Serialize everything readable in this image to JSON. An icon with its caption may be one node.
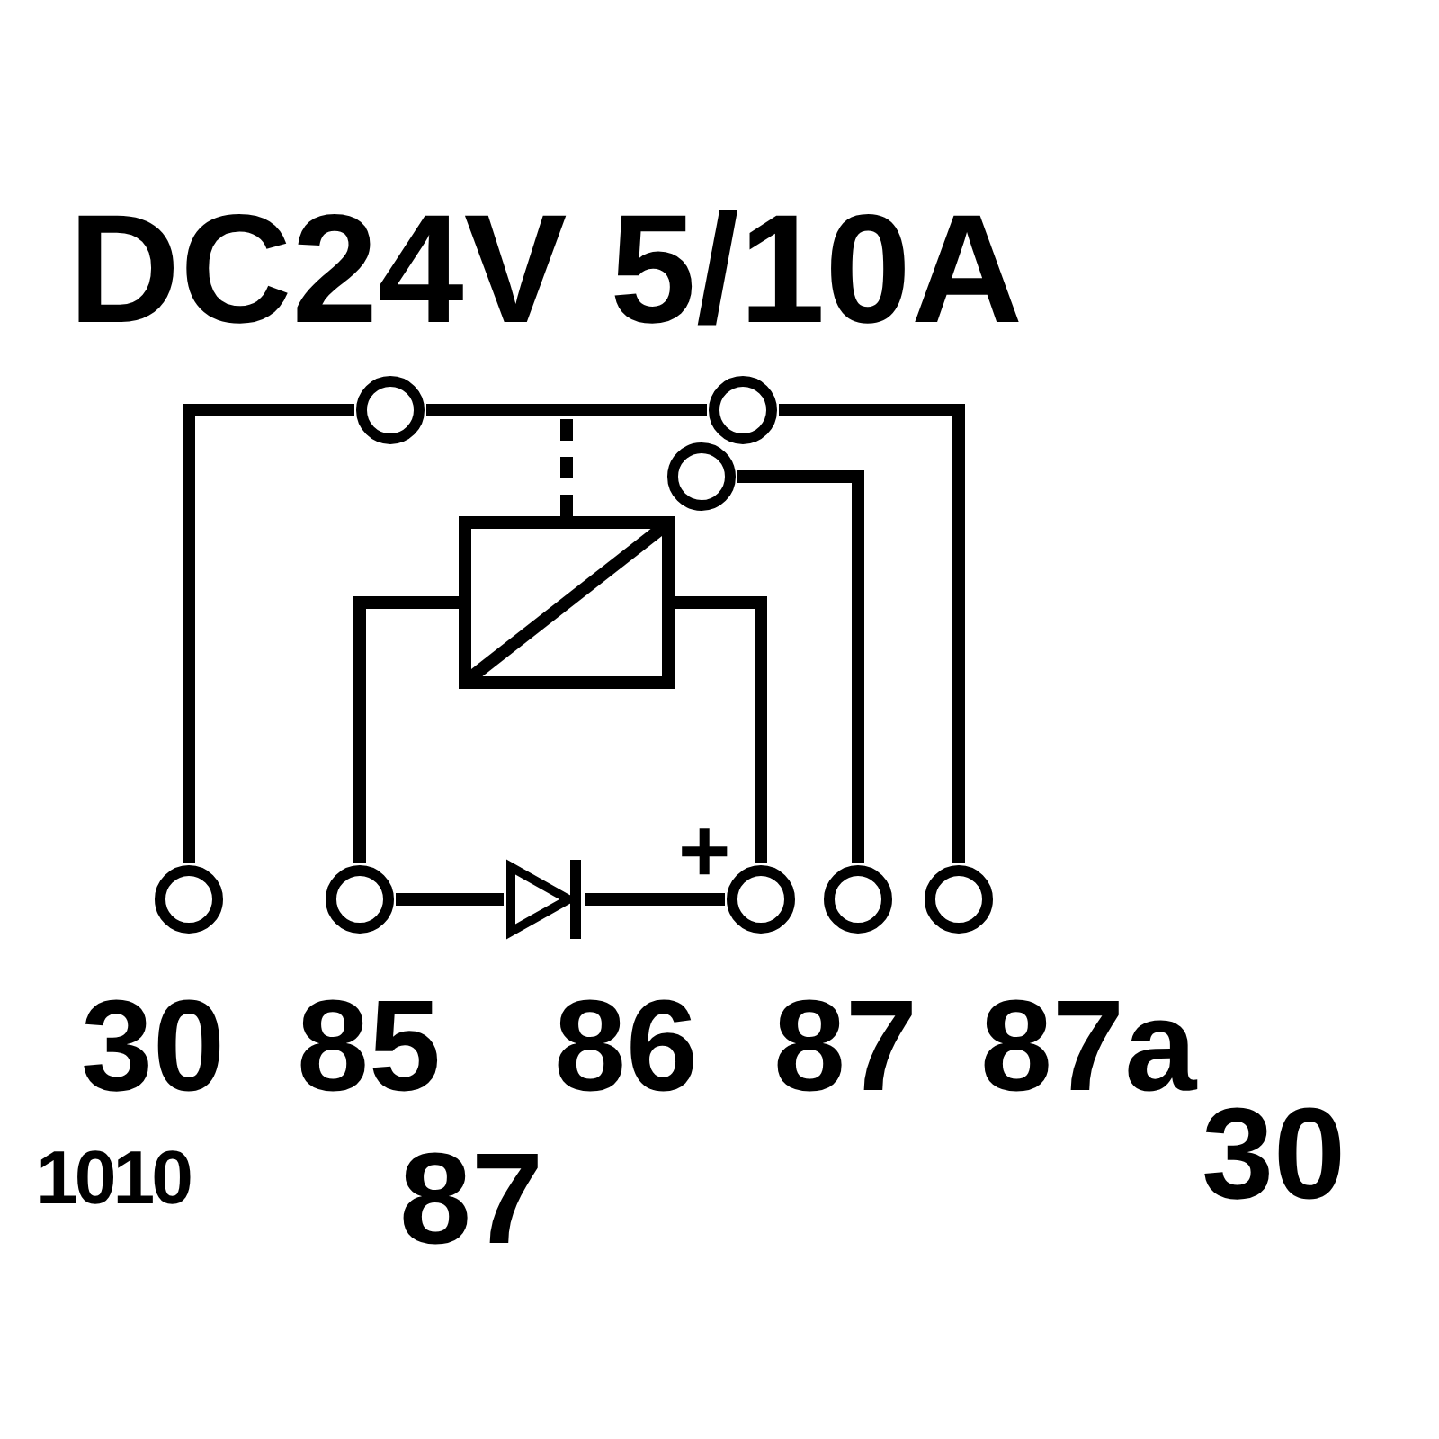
{
  "diagram": {
    "title": "DC24V 5/10A",
    "nodes": [
      {
        "text": [],
        "shape": "circle",
        "beside": [
          "30"
        ]
      },
      {
        "text": [],
        "shape": "circle",
        "beside": [
          "85"
        ]
      },
      {
        "text": [],
        "shape": "circle",
        "beside": [
          "86"
        ]
      },
      {
        "text": [],
        "shape": "circle",
        "beside": [
          "87"
        ]
      },
      {
        "text": [],
        "shape": "circle",
        "beside": [
          "87a"
        ]
      },
      {
        "text": [],
        "shape": "circle"
      },
      {
        "text": [],
        "shape": "circle"
      },
      {
        "text": [],
        "shape": "circle"
      },
      {
        "text": [],
        "shape": "box"
      },
      {
        "text": [],
        "shape": "diode"
      }
    ],
    "edges": [
      {
        "from": 0,
        "to": 5,
        "arrow": "none"
      },
      {
        "from": 5,
        "to": 6,
        "arrow": "none"
      },
      {
        "from": 6,
        "to": 4,
        "arrow": "none"
      },
      {
        "from": 7,
        "to": 3,
        "arrow": "none"
      },
      {
        "from": 1,
        "to": 8,
        "arrow": "none"
      },
      {
        "from": 8,
        "to": 2,
        "arrow": "none"
      },
      {
        "from": 1,
        "to": 9,
        "arrow": "none"
      },
      {
        "from": 9,
        "to": 2,
        "arrow": "none"
      },
      {
        "from": 8,
        "to": null,
        "arrow": "none",
        "style": "dashed"
      }
    ],
    "labels": [
      "+",
      "1010",
      "87",
      "30"
    ]
  }
}
